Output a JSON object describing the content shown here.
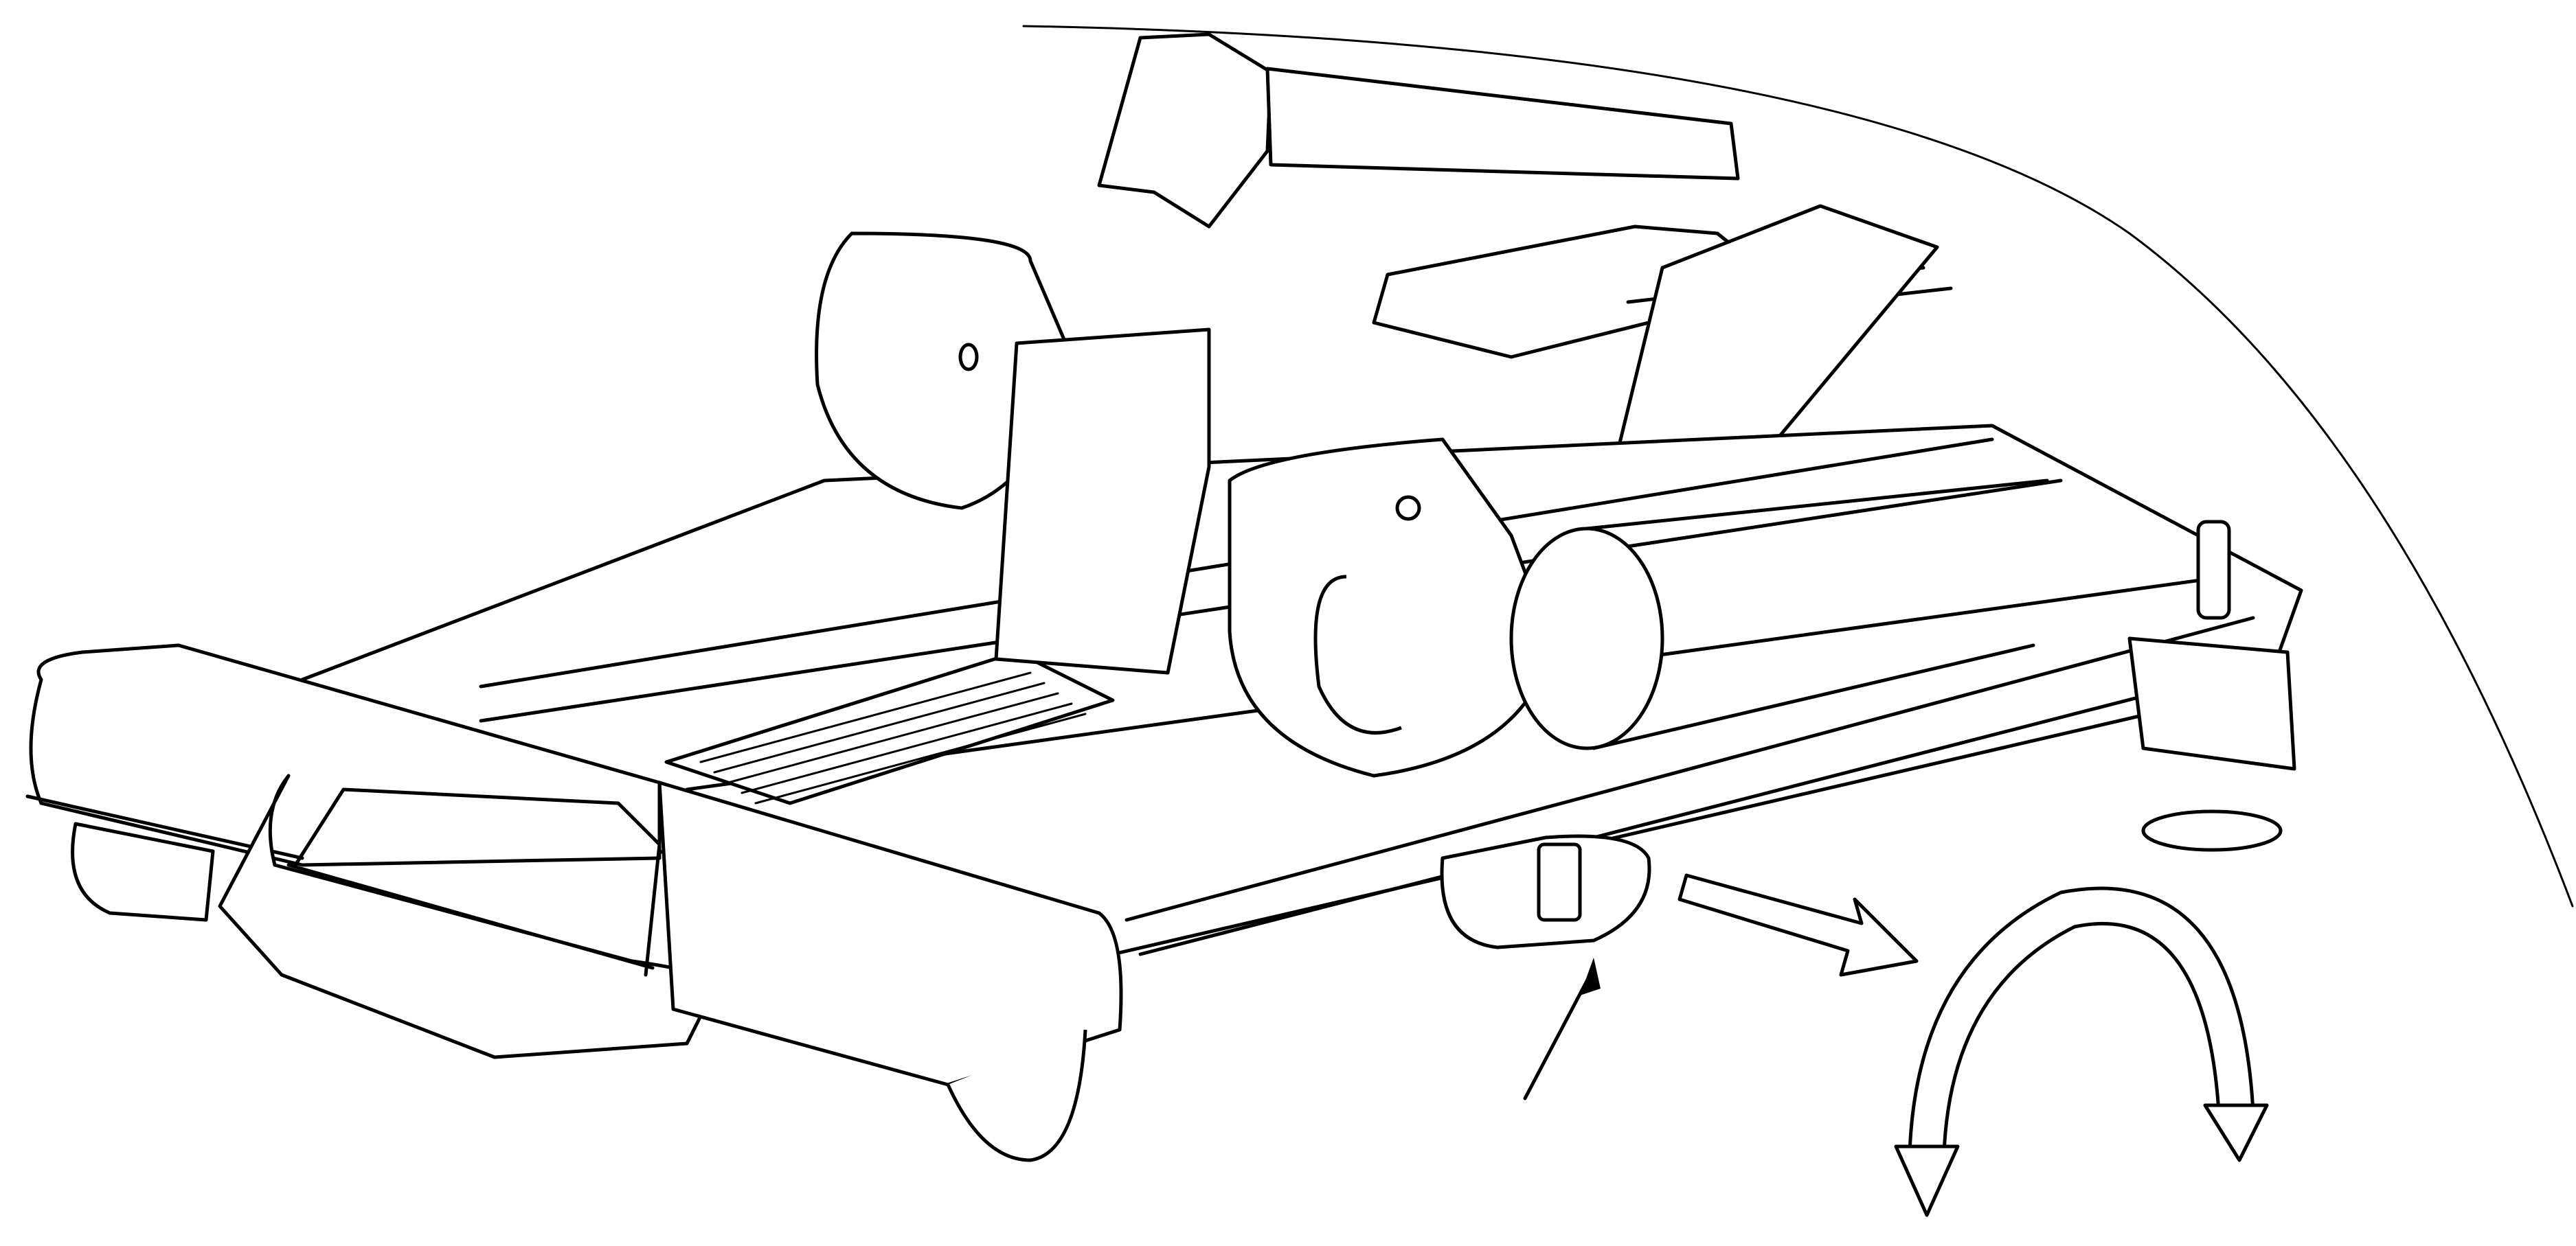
{
  "figure": {
    "kind": "line-drawing",
    "stroke_color": "#000000",
    "background_color": "#ffffff",
    "annotations": [
      "arrow-pointing-to-leveling-knob",
      "pull-direction-arrow",
      "rotate-arrow"
    ]
  }
}
